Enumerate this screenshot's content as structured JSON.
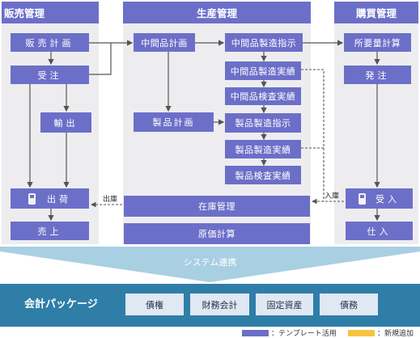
{
  "sections": {
    "sales": {
      "title": "販売管理"
    },
    "production": {
      "title": "生産管理"
    },
    "purchasing": {
      "title": "購買管理"
    }
  },
  "sales": {
    "sales_plan": "販売計画",
    "order_received": "受注",
    "export": "輸出",
    "shipment": "出荷",
    "revenue": "売上"
  },
  "production": {
    "intermediate_plan": "中間品計画",
    "intermediate_mfg_instruction": "中間品製造指示",
    "intermediate_mfg_result": "中間品製造実績",
    "intermediate_inspection_result": "中間品検査実績",
    "product_plan": "製品計画",
    "product_mfg_instruction": "製品製造指示",
    "product_mfg_result": "製品製造実績",
    "product_inspection_result": "製品検査実績",
    "inventory_management": "在庫管理",
    "cost_calculation": "原価計算"
  },
  "purchasing": {
    "requirements_calc": "所要量計算",
    "order_placed": "発注",
    "receiving": "受入",
    "purchase": "仕入"
  },
  "flows": {
    "outbound": "出庫",
    "inbound": "入庫"
  },
  "integration": {
    "label": "システム連携"
  },
  "package": {
    "title": "会計パッケージ",
    "modules": [
      "債権",
      "財務会計",
      "固定資産",
      "債務"
    ]
  },
  "legend": {
    "template": {
      "label": "：テンプレート活用",
      "color": "#6c6fc8"
    },
    "new": {
      "label": "：新規追加",
      "color": "#f5c542"
    }
  },
  "colors": {
    "panel_bg": "#ededf0",
    "box": "#6c6fc8",
    "package_bar": "#2f7ea8",
    "integration_arrow": "#a9cfe3"
  }
}
